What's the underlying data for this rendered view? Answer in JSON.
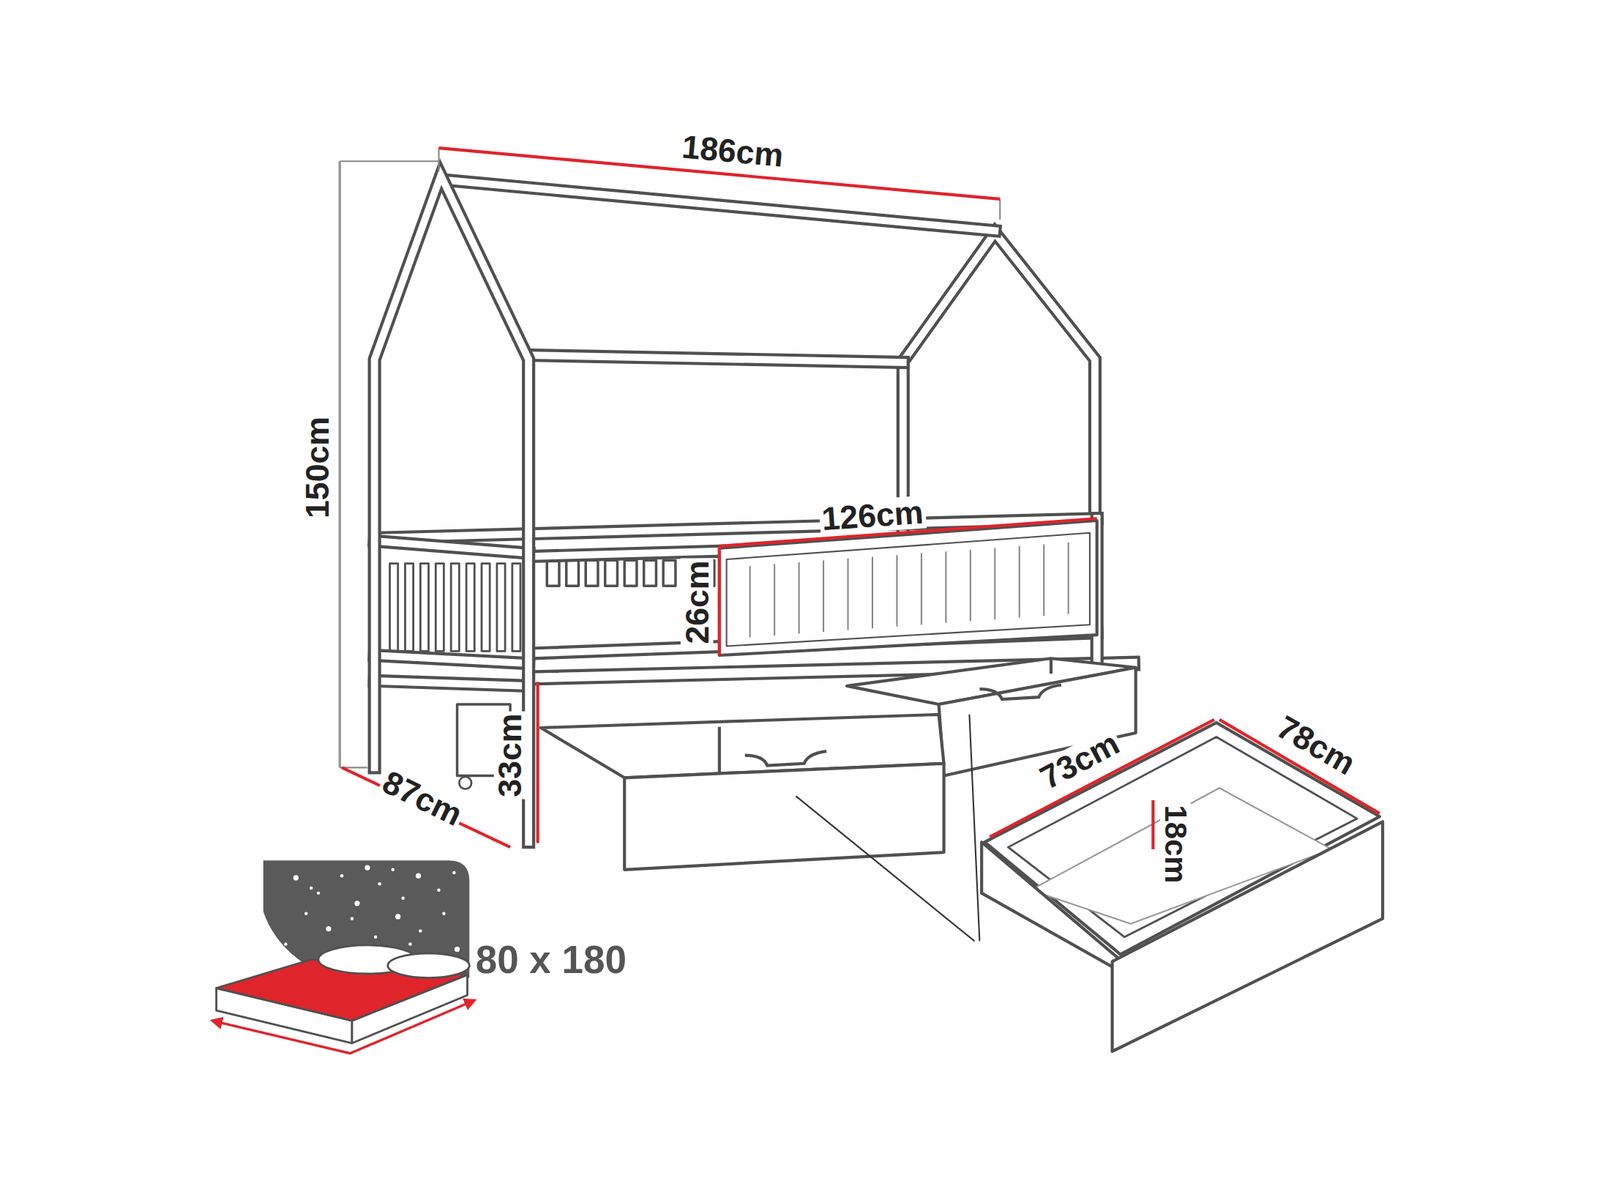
{
  "diagram": {
    "labels": [
      "186cm",
      "150cm",
      "126cm",
      "26cm",
      "33cm",
      "87cm",
      "73cm",
      "78cm",
      "18cm",
      "80 x 180"
    ]
  }
}
